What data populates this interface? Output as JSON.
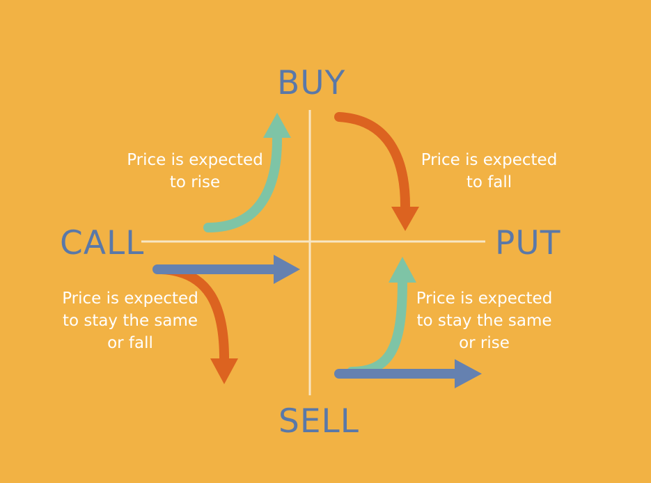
{
  "colors": {
    "background": "#F2B244",
    "axis_text": "#5A78A8",
    "description_text": "#FFFFFF",
    "axis_line": "#F8E6C4",
    "arrow_rise": "#7EC4A6",
    "arrow_fall": "#DC6320",
    "arrow_flat": "#6581B0"
  },
  "axes": {
    "top": "BUY",
    "bottom": "SELL",
    "left": "CALL",
    "right": "PUT"
  },
  "quadrants": {
    "buy_call": {
      "lines": [
        "Price is expected",
        "to rise"
      ],
      "arrows": [
        "arrow-rise"
      ]
    },
    "buy_put": {
      "lines": [
        "Price is expected",
        "to fall"
      ],
      "arrows": [
        "arrow-fall"
      ]
    },
    "sell_call": {
      "lines": [
        "Price is expected",
        "to stay the same",
        "or fall"
      ],
      "arrows": [
        "arrow-flat",
        "arrow-fall"
      ]
    },
    "sell_put": {
      "lines": [
        "Price is expected",
        "to stay the same",
        "or rise"
      ],
      "arrows": [
        "arrow-flat",
        "arrow-rise"
      ]
    }
  }
}
